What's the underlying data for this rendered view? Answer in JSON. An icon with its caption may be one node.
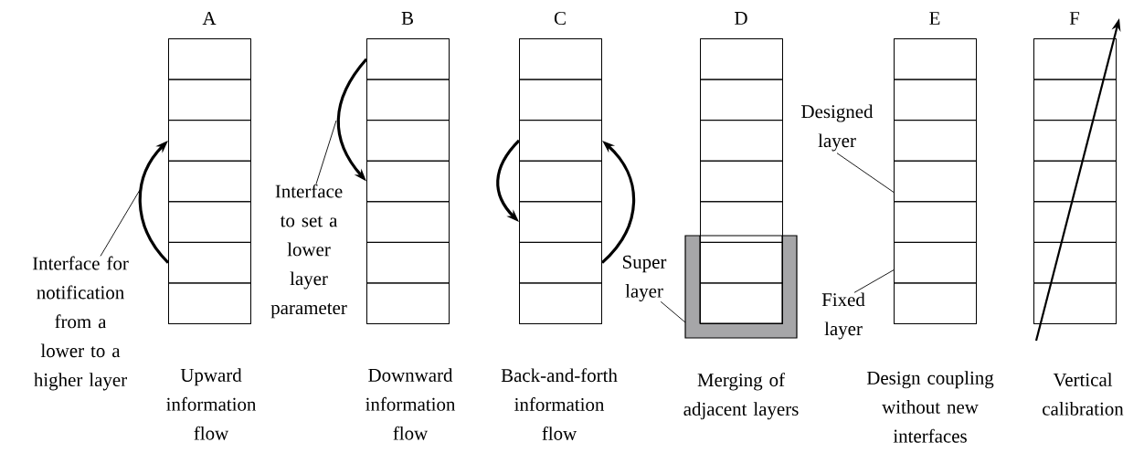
{
  "diagram": {
    "nodes": [
      {
        "text": [
          "A"
        ]
      },
      {
        "text": [],
        "shape": "box",
        "in": 0
      },
      {
        "text": [],
        "shape": "box",
        "in": 0
      },
      {
        "text": [],
        "shape": "box",
        "in": 0
      },
      {
        "text": [],
        "shape": "box",
        "in": 0
      },
      {
        "text": [],
        "shape": "box",
        "in": 0
      },
      {
        "text": [],
        "shape": "box",
        "in": 0
      },
      {
        "text": [],
        "shape": "box",
        "in": 0
      },
      {
        "text": [
          "Interface for notification from a lower to a higher layer"
        ]
      },
      {
        "text": [
          "B"
        ]
      },
      {
        "text": [],
        "shape": "box",
        "in": 9
      },
      {
        "text": [],
        "shape": "box",
        "in": 9
      },
      {
        "text": [],
        "shape": "box",
        "in": 9
      },
      {
        "text": [],
        "shape": "box",
        "in": 9
      },
      {
        "text": [],
        "shape": "box",
        "in": 9
      },
      {
        "text": [],
        "shape": "box",
        "in": 9
      },
      {
        "text": [],
        "shape": "box",
        "in": 9
      },
      {
        "text": [
          "Interface to set a lower layer parameter"
        ]
      },
      {
        "text": [
          "C"
        ]
      },
      {
        "text": [],
        "shape": "box",
        "in": 18
      },
      {
        "text": [],
        "shape": "box",
        "in": 18
      },
      {
        "text": [],
        "shape": "box",
        "in": 18
      },
      {
        "text": [],
        "shape": "box",
        "in": 18
      },
      {
        "text": [],
        "shape": "box",
        "in": 18
      },
      {
        "text": [],
        "shape": "box",
        "in": 18
      },
      {
        "text": [],
        "shape": "box",
        "in": 18
      },
      {
        "text": [
          "D"
        ]
      },
      {
        "text": [],
        "shape": "box",
        "in": 26
      },
      {
        "text": [],
        "shape": "box",
        "in": 26
      },
      {
        "text": [],
        "shape": "box",
        "in": 26
      },
      {
        "text": [],
        "shape": "box",
        "in": 26
      },
      {
        "text": [],
        "shape": "box",
        "in": 26
      },
      {
        "text": [],
        "shape": "box"
      },
      {
        "text": [],
        "shape": "box"
      },
      {
        "text": [],
        "shape": "band"
      },
      {
        "text": [
          "Super layer"
        ]
      },
      {
        "text": [
          "E"
        ]
      },
      {
        "text": [],
        "shape": "box",
        "in": 36
      },
      {
        "text": [],
        "shape": "box",
        "in": 36
      },
      {
        "text": [],
        "shape": "box",
        "in": 36
      },
      {
        "text": [],
        "shape": "box",
        "in": 36
      },
      {
        "text": [],
        "shape": "box",
        "in": 36
      },
      {
        "text": [],
        "shape": "box",
        "in": 36
      },
      {
        "text": [],
        "shape": "box",
        "in": 36
      },
      {
        "text": [
          "Designed layer"
        ]
      },
      {
        "text": [
          "Fixed layer"
        ]
      },
      {
        "text": [
          "F"
        ]
      },
      {
        "text": [],
        "shape": "box",
        "in": 46
      },
      {
        "text": [],
        "shape": "box",
        "in": 46
      },
      {
        "text": [],
        "shape": "box",
        "in": 46
      },
      {
        "text": [],
        "shape": "box",
        "in": 46
      },
      {
        "text": [],
        "shape": "box",
        "in": 46
      },
      {
        "text": [],
        "shape": "box",
        "in": 46
      },
      {
        "text": [],
        "shape": "box",
        "in": 46
      }
    ],
    "edges": [
      {
        "from": 6,
        "to": 3,
        "arrow": "to",
        "style": "thick"
      },
      {
        "from": 8,
        "to": null,
        "arrow": "none"
      },
      {
        "from": 10,
        "to": 13,
        "arrow": "to",
        "style": "thick"
      },
      {
        "from": 17,
        "to": null,
        "arrow": "none"
      },
      {
        "from": 21,
        "to": 23,
        "arrow": "to",
        "style": "thick"
      },
      {
        "from": 24,
        "to": 21,
        "arrow": "to",
        "style": "thick"
      },
      {
        "from": 35,
        "to": 34,
        "arrow": "none"
      },
      {
        "from": 44,
        "to": 40,
        "arrow": "none"
      },
      {
        "from": 45,
        "to": 42,
        "arrow": "none"
      }
    ],
    "labels": [
      "Upward information flow",
      "Downward information flow",
      "Back-and-forth information flow",
      "Merging of adjacent layers",
      "Design coupling without new interfaces",
      "Vertical calibration"
    ]
  }
}
